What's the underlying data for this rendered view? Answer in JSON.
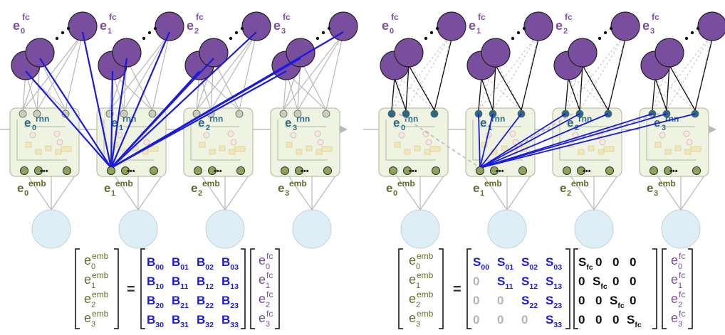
{
  "labels": {
    "fc": [
      "fc",
      "fc",
      "fc",
      "fc"
    ],
    "rnn": [
      "rnn",
      "rnn",
      "rnn",
      "rnn"
    ],
    "emb": [
      "emb",
      "emb",
      "emb",
      "emb"
    ],
    "sub": [
      "0",
      "1",
      "2",
      "3"
    ],
    "e": "e",
    "dots": "•••",
    "eq": "="
  },
  "matrixB": [
    [
      "B00",
      "B01",
      "B02",
      "B03"
    ],
    [
      "B10",
      "B11",
      "B12",
      "B13"
    ],
    [
      "B20",
      "B21",
      "B22",
      "B23"
    ],
    [
      "B30",
      "B31",
      "B32",
      "B33"
    ]
  ],
  "matrixS": [
    [
      "S00",
      "S01",
      "S02",
      "S03"
    ],
    [
      "0",
      "S11",
      "S12",
      "S13"
    ],
    [
      "0",
      "0",
      "S22",
      "S23"
    ],
    [
      "0",
      "0",
      "0",
      "S33"
    ]
  ],
  "matrixSfc": [
    [
      "Sfc",
      "0",
      "0",
      "0"
    ],
    [
      "0",
      "Sfc",
      "0",
      "0"
    ],
    [
      "0",
      "0",
      "Sfc",
      "0"
    ],
    [
      "0",
      "0",
      "0",
      "Sfc"
    ]
  ],
  "colors": {
    "fc": "#7a4e9e",
    "rnn": "#2b6a86",
    "emb": "#5f6f2b",
    "blue": "#1a1ae0",
    "gray": "#b0b0b0",
    "box": "#eef3e2",
    "input": "#ddeef6"
  }
}
